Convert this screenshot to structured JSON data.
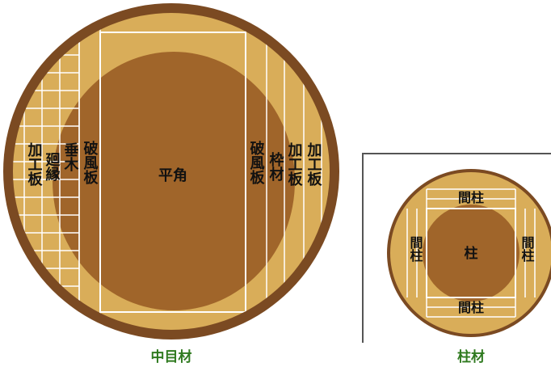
{
  "colors": {
    "bark": "#7b4a22",
    "wood_light": "#d9ad59",
    "wood_mid": "#c4913e",
    "wood_dark": "#a0652a",
    "grid_line": "#ffffff",
    "caption_green": "#2f7a1f",
    "frame_line": "#555555"
  },
  "left_log": {
    "caption": "中目材",
    "labels": {
      "kako_ita_left": "加工板",
      "mawari_en": "廻縁",
      "taruki": "垂木",
      "hafu_ita_left": "破風板",
      "hirakaku": "平角",
      "hafu_ita_right": "破風板",
      "waku_zai": "枠材",
      "kako_ita_right_1": "加工板",
      "kako_ita_right_2": "加工板"
    }
  },
  "right_log": {
    "caption": "柱材",
    "labels": {
      "mabashira_top": "間柱",
      "mabashira_left": "間柱",
      "hashira": "柱",
      "mabashira_right": "間柱",
      "mabashira_bottom": "間柱"
    }
  }
}
